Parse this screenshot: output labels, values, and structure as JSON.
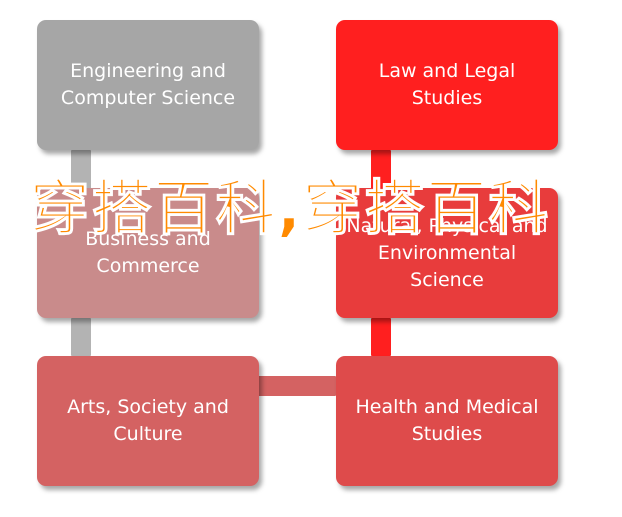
{
  "diagram": {
    "nodes": [
      {
        "id": "engineering",
        "label": "Engineering and\nComputer Science",
        "color": "#a6a6a6"
      },
      {
        "id": "law",
        "label": "Law and Legal\nStudies",
        "color": "#ff1f1f"
      },
      {
        "id": "business",
        "label": "Business and\nCommerce",
        "color": "#c98b8b"
      },
      {
        "id": "natural",
        "label": "Natural, Physical and\nEnvironmental\nScience",
        "color": "#e83c3c"
      },
      {
        "id": "arts",
        "label": "Arts, Society and\nCulture",
        "color": "#d46262"
      },
      {
        "id": "health",
        "label": "Health and Medical\nStudies",
        "color": "#de4b4b"
      }
    ],
    "connector_colors": {
      "left": "#b3b3b3",
      "right": "#ff1f1f",
      "bottom": "#d46262"
    }
  },
  "watermark": {
    "text": "穿搭百科,穿搭百科"
  }
}
